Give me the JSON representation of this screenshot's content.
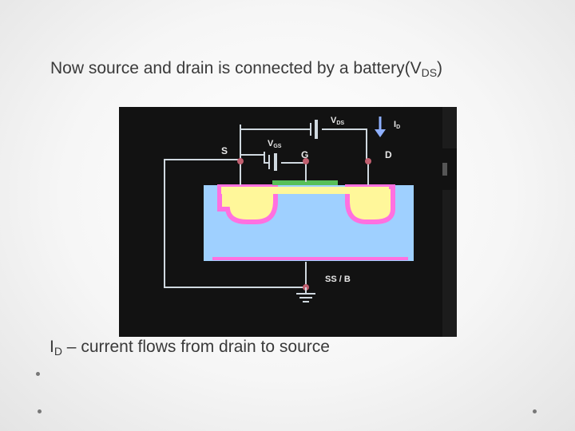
{
  "slide": {
    "heading_text": "Now source and drain is connected by a battery(V",
    "heading_sub": "DS",
    "heading_close": ")",
    "caption_main": "I",
    "caption_sub": "D",
    "caption_rest": " – current flows  from drain to source"
  },
  "diagram": {
    "labels": {
      "vds": "V",
      "vds_sub": "DS",
      "id": "I",
      "id_sub": "D",
      "vgs": "V",
      "vgs_sub": "GS",
      "source": "S",
      "gate": "G",
      "drain": "D",
      "substrate": "SS / B"
    },
    "colors": {
      "background": "#121212",
      "wire": "#cfd8df",
      "terminal": "#c06070",
      "n_region": "#fff79a",
      "depletion": "#ff70e0",
      "substrate": "#9fd0ff",
      "gate_oxide": "#58c058",
      "arrow": "#8fb0ff"
    }
  }
}
